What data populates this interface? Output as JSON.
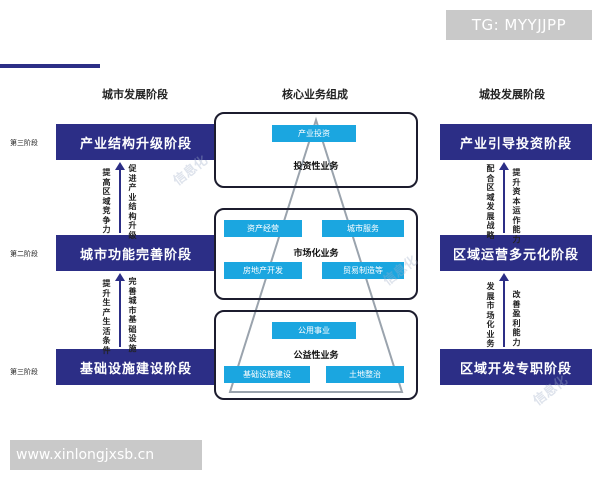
{
  "watermark": "TG: MYYJJPP",
  "website": "www.xinlongjxsb.cn",
  "faint_watermark": "信息化",
  "titles": {
    "left": "城市发展阶段",
    "center": "核心业务组成",
    "right": "城投发展阶段"
  },
  "side_labels": {
    "top": "第三阶段",
    "middle": "第二阶段",
    "bottom": "第三阶段"
  },
  "left_stages": {
    "top": "产业结构升级阶段",
    "middle": "城市功能完善阶段",
    "bottom": "基础设施建设阶段"
  },
  "left_arrows": {
    "upper_a": "提高区域竞争力",
    "upper_b": "促进产业结构升级",
    "lower_a": "提升生产生活条件",
    "lower_b": "完善城市基础设施"
  },
  "right_stages": {
    "top": "产业引导投资阶段",
    "middle": "区域运营多元化阶段",
    "bottom": "区域开发专职阶段"
  },
  "right_arrows": {
    "upper_a": "配合区域发展战略",
    "upper_b": "提升资本运作能力",
    "lower_a": "发展市场化业务",
    "lower_b": "改善盈利能力"
  },
  "core": {
    "investment": {
      "items": [
        "产业投资"
      ],
      "label": "投资性业务"
    },
    "market": {
      "items": [
        "资产经营",
        "城市服务",
        "房地产开发",
        "贸易制造等"
      ],
      "label": "市场化业务"
    },
    "public": {
      "items": [
        "公用事业",
        "基础设施建设",
        "土地整治"
      ],
      "label": "公益性业务"
    }
  },
  "colors": {
    "navy": "#2c2e86",
    "cyan": "#1ba6e0",
    "watermark_grey": "#c9c9c9"
  }
}
